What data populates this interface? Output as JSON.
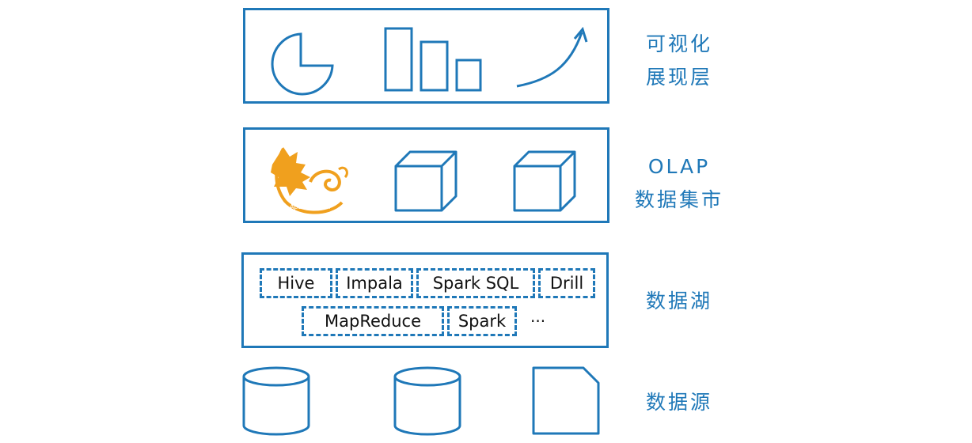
{
  "layers": {
    "visualization": {
      "label_line1": "可视化",
      "label_line2": "展现层"
    },
    "olap": {
      "label_line1": "OLAP",
      "label_line2": "数据集市",
      "logo_caption": "Apache Kylin"
    },
    "data_lake": {
      "label": "数据湖",
      "engines": [
        "Hive",
        "Impala",
        "Spark SQL",
        "Drill",
        "MapReduce",
        "Spark"
      ],
      "more": "···"
    },
    "data_source": {
      "label": "数据源"
    }
  },
  "colors": {
    "accent": "#1f78b8",
    "logo": "#f0a01e"
  },
  "icons": [
    "pie-chart-icon",
    "bar-chart-icon",
    "trend-arrow-icon",
    "kylin-logo-icon",
    "cube-icon",
    "database-icon",
    "document-icon"
  ]
}
